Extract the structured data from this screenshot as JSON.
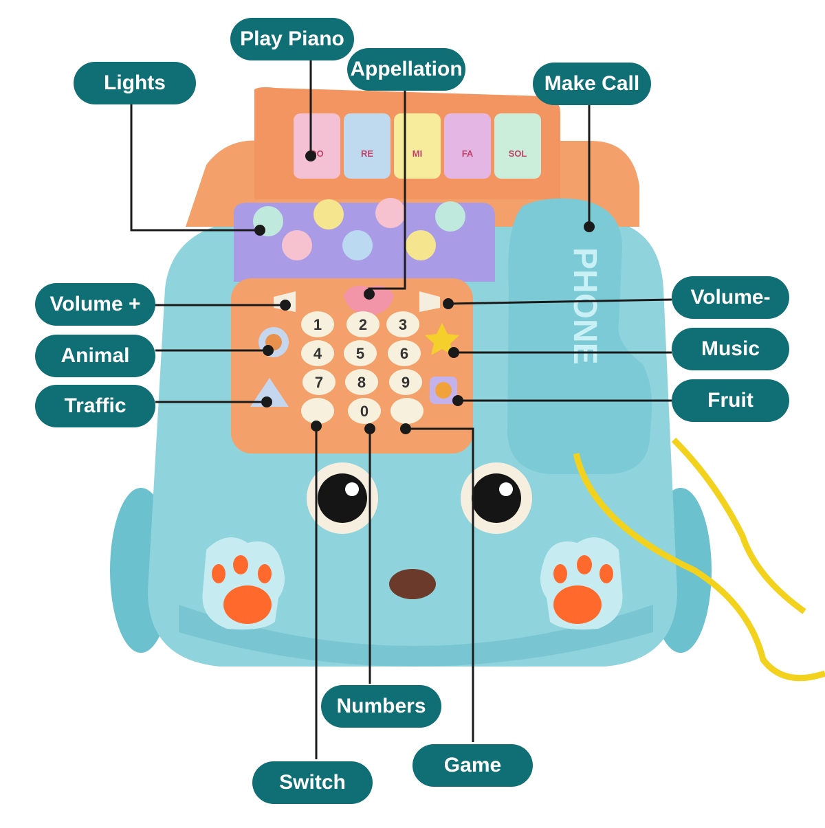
{
  "callouts": {
    "play_piano": "Play Piano",
    "appellation": "Appellation",
    "lights": "Lights",
    "make_call": "Make Call",
    "volume_plus": "Volume +",
    "volume_minus": "Volume-",
    "animal": "Animal",
    "music": "Music",
    "traffic": "Traffic",
    "fruit": "Fruit",
    "numbers": "Numbers",
    "game": "Game",
    "switch": "Switch"
  },
  "piano_keys": [
    "DO",
    "RE",
    "MI",
    "FA",
    "SOL"
  ],
  "number_keys": [
    "1",
    "2",
    "3",
    "4",
    "5",
    "6",
    "7",
    "8",
    "9",
    "0"
  ],
  "handset_text": "PHONE",
  "colors": {
    "callout": "#0f6f74",
    "body": "#8fd3dc",
    "orange": "#f4a06a",
    "purple": "#a99be6",
    "paw": "#ff6a2c",
    "cord": "#f2d21c"
  }
}
